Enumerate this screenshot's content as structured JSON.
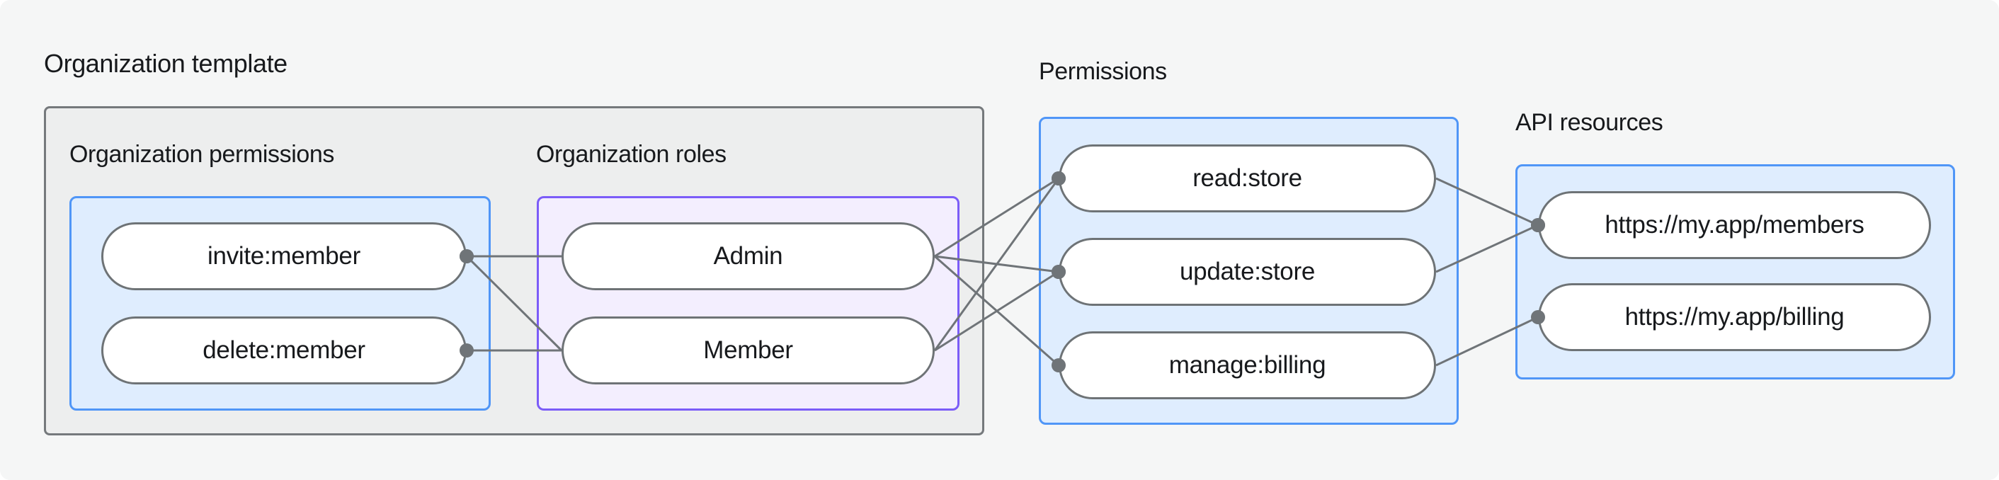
{
  "theme": {
    "page_bg": "#F5F6F6",
    "canvas_corner_radius": 14,
    "template_fill": "#EDEEEE",
    "template_border": "#75797C",
    "blue_fill": "#DFEDFE",
    "blue_border": "#5096F7",
    "purple_fill": "#F3EEFE",
    "purple_border": "#7B5CF8",
    "pill_fill": "#FFFFFF",
    "pill_border": "#6E7376",
    "wire": "#6F7478",
    "text": "#17191C"
  },
  "sections": {
    "template": {
      "label": "Organization template",
      "groups": [
        {
          "id": "org-permissions",
          "label": "Organization permissions",
          "theme": "blue",
          "pills": [
            {
              "id": "invite-member",
              "label": "invite:member"
            },
            {
              "id": "delete-member",
              "label": "delete:member"
            }
          ]
        },
        {
          "id": "org-roles",
          "label": "Organization roles",
          "theme": "purple",
          "pills": [
            {
              "id": "admin",
              "label": "Admin"
            },
            {
              "id": "member",
              "label": "Member"
            }
          ]
        }
      ]
    },
    "permissions": {
      "label": "Permissions",
      "theme": "blue",
      "pills": [
        {
          "id": "read-store",
          "label": "read:store"
        },
        {
          "id": "update-store",
          "label": "update:store"
        },
        {
          "id": "manage-billing",
          "label": "manage:billing"
        }
      ]
    },
    "api_resources": {
      "label": "API resources",
      "theme": "blue",
      "pills": [
        {
          "id": "members-url",
          "label": "https://my.app/members"
        },
        {
          "id": "billing-url",
          "label": "https://my.app/billing"
        }
      ]
    }
  },
  "connections": [
    {
      "from": "invite-member",
      "to": "admin",
      "dot": "from"
    },
    {
      "from": "invite-member",
      "to": "member",
      "dot": "from"
    },
    {
      "from": "delete-member",
      "to": "member",
      "dot": "from"
    },
    {
      "from": "admin",
      "to": "read-store",
      "dot": "to"
    },
    {
      "from": "admin",
      "to": "update-store",
      "dot": "to"
    },
    {
      "from": "admin",
      "to": "manage-billing",
      "dot": "to"
    },
    {
      "from": "member",
      "to": "read-store",
      "dot": "to"
    },
    {
      "from": "member",
      "to": "update-store",
      "dot": "to"
    },
    {
      "from": "read-store",
      "to": "members-url",
      "dot": "to"
    },
    {
      "from": "update-store",
      "to": "members-url",
      "dot": "to"
    },
    {
      "from": "manage-billing",
      "to": "billing-url",
      "dot": "to"
    }
  ],
  "wire_style": {
    "stroke_width": 3,
    "dot_radius": 10
  }
}
